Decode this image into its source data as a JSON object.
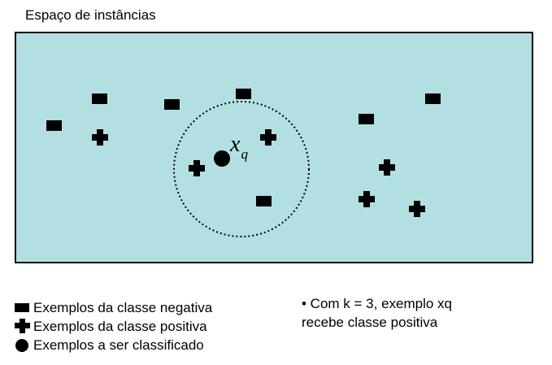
{
  "title": "Espaço de instâncias",
  "colors": {
    "space_fill": "#b2e0e2",
    "marker": "#000000",
    "border": "#000000"
  },
  "query_label": {
    "symbol": "x",
    "subscript": "q"
  },
  "legend": {
    "items": [
      {
        "icon": "negative-rectangle-icon",
        "label": "Exemplos da classe negativa"
      },
      {
        "icon": "positive-cross-icon",
        "label": "Exemplos da classe positiva"
      },
      {
        "icon": "query-dot-icon",
        "label": "Exemplos a ser classificado"
      }
    ]
  },
  "note": {
    "lines": [
      "• Com k = 3, exemplo xq",
      "recebe classe positiva"
    ]
  }
}
